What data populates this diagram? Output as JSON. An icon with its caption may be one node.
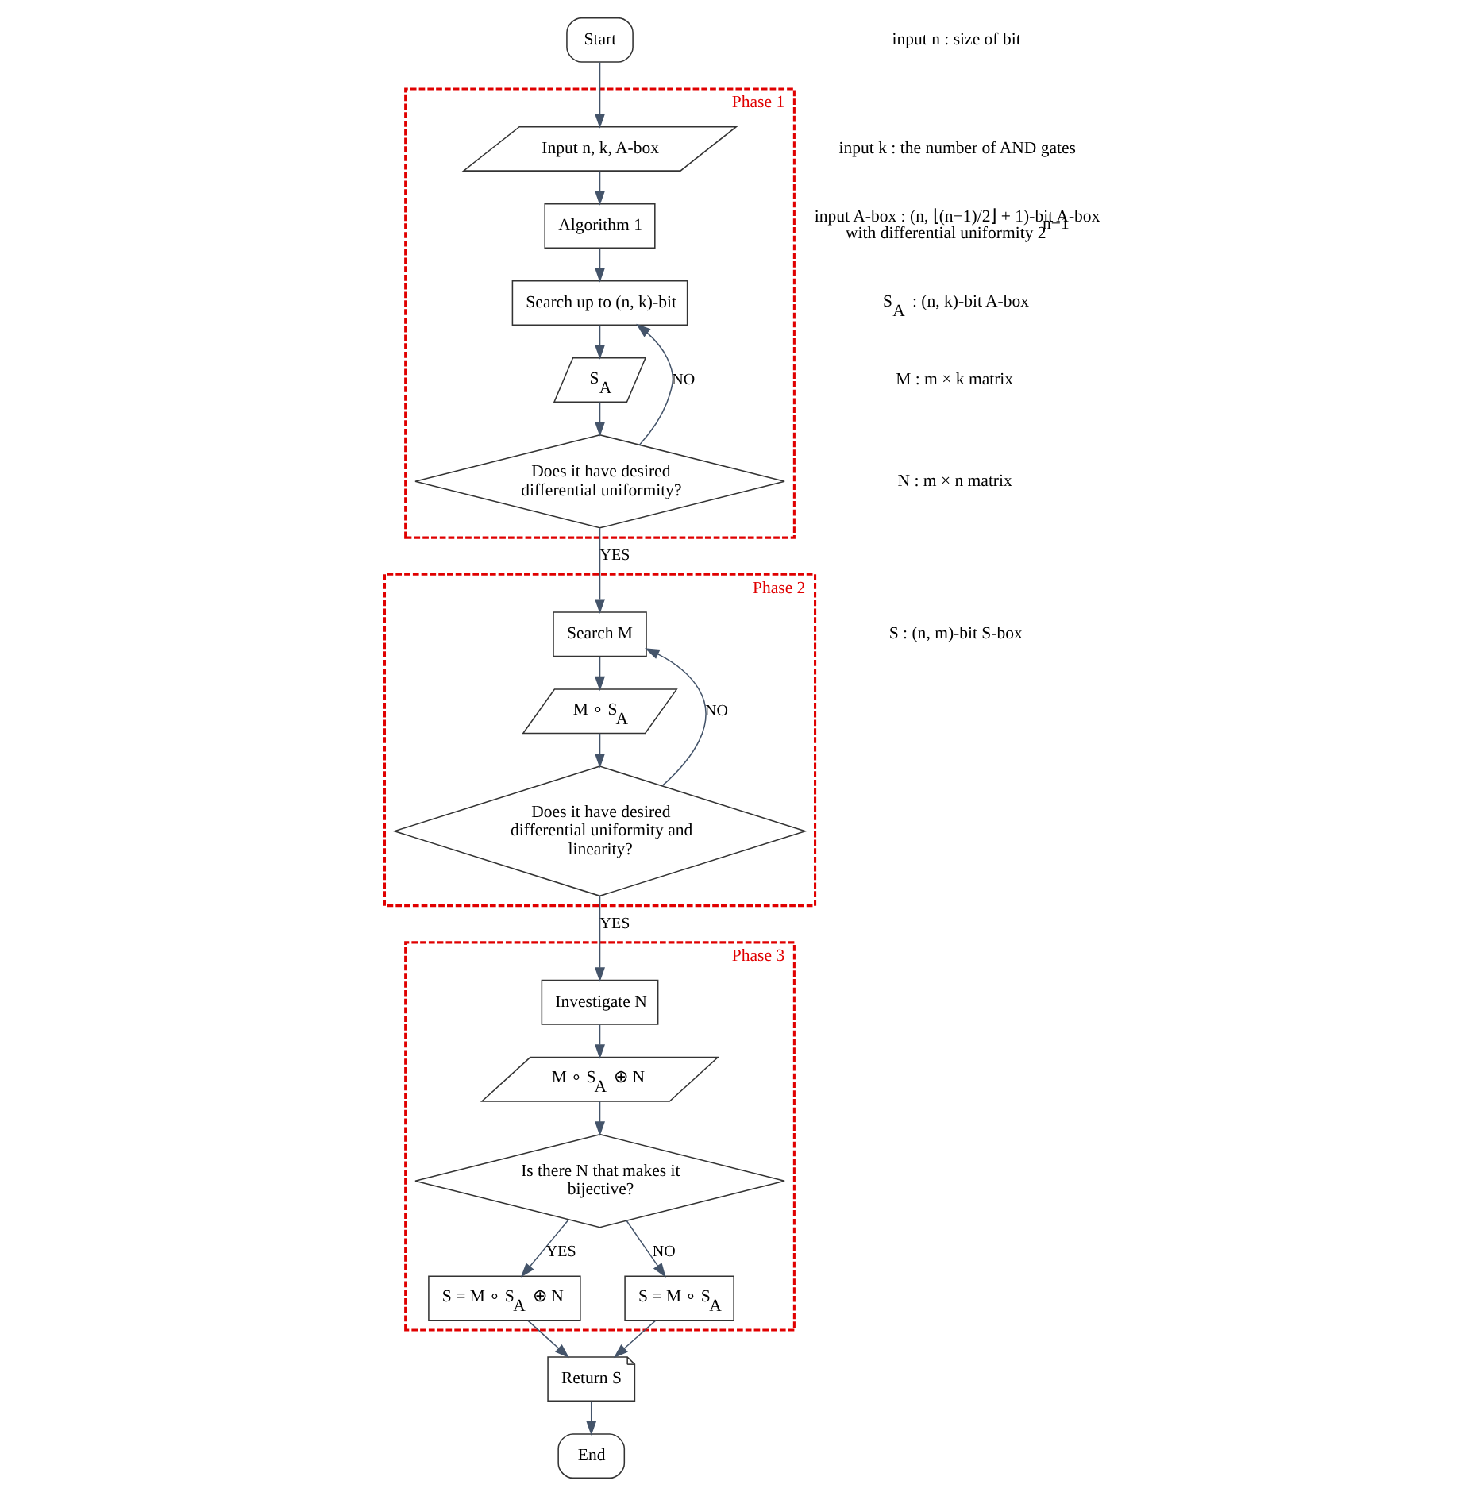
{
  "diagram": {
    "nodes": [
      {
        "text": [
          "Start"
        ]
      },
      {
        "text": [
          "Phase 1"
        ]
      },
      {
        "text": [
          "Input n, k, A-box"
        ],
        "in": 1
      },
      {
        "text": [
          "Algorithm 1"
        ],
        "in": 1
      },
      {
        "text": [
          "Search up to (n, k)-bit"
        ],
        "in": 1
      },
      {
        "text": [
          "S$_{A}$"
        ],
        "in": 1
      },
      {
        "text": [
          "Does it have desired differential uniformity?"
        ],
        "in": 1
      },
      {
        "text": [
          "Phase 2"
        ]
      },
      {
        "text": [
          "Search M"
        ],
        "in": 7
      },
      {
        "text": [
          "M ∘ S$_{A}$"
        ],
        "in": 7
      },
      {
        "text": [
          "Does it have desired differential uniformity and linearity?"
        ],
        "in": 7
      },
      {
        "text": [
          "Phase 3"
        ]
      },
      {
        "text": [
          "Investigate N"
        ],
        "in": 11
      },
      {
        "text": [
          "M ∘ S$_{A}$ ⊕ N"
        ],
        "in": 11
      },
      {
        "text": [
          "Is there N that makes it bijective?"
        ],
        "in": 11
      },
      {
        "text": [
          "S = M ∘ S$_{A}$ ⊕ N"
        ],
        "in": 11
      },
      {
        "text": [
          "S = M ∘ S$_{A}$"
        ],
        "in": 11
      },
      {
        "text": [
          "Return S"
        ]
      },
      {
        "text": [
          "End"
        ]
      }
    ],
    "edges": [
      {
        "from": 0,
        "to": 2,
        "arrow": "to"
      },
      {
        "from": 2,
        "to": 3,
        "arrow": "to"
      },
      {
        "from": 3,
        "to": 4,
        "arrow": "to"
      },
      {
        "from": 4,
        "to": 5,
        "arrow": "to"
      },
      {
        "from": 5,
        "to": 6,
        "arrow": "to"
      },
      {
        "from": 6,
        "to": 4,
        "arrow": "to",
        "label": "NO"
      },
      {
        "from": 6,
        "to": 8,
        "arrow": "to",
        "label": "YES"
      },
      {
        "from": 8,
        "to": 9,
        "arrow": "to"
      },
      {
        "from": 9,
        "to": 10,
        "arrow": "to"
      },
      {
        "from": 10,
        "to": 8,
        "arrow": "to",
        "label": "NO"
      },
      {
        "from": 10,
        "to": 12,
        "arrow": "to",
        "label": "YES"
      },
      {
        "from": 12,
        "to": 13,
        "arrow": "to"
      },
      {
        "from": 13,
        "to": 14,
        "arrow": "to"
      },
      {
        "from": 14,
        "to": 15,
        "arrow": "to",
        "label": "YES"
      },
      {
        "from": 14,
        "to": 16,
        "arrow": "to",
        "label": "NO"
      },
      {
        "from": 15,
        "to": 17,
        "arrow": "to"
      },
      {
        "from": 16,
        "to": 17,
        "arrow": "to"
      },
      {
        "from": 17,
        "to": 18,
        "arrow": "to"
      }
    ],
    "labels": [
      "input n : size of bit",
      "input k : the number of AND gates",
      "input A-box : (n, ⌊(n−1)/2⌋ + 1)-bit A-box with differential uniformity 2$^{n−1}$",
      "S$_{A}$ : (n, k)-bit A-box",
      "M : m × k matrix",
      "N : m × n matrix",
      "S : (n, m)-bit S-box"
    ]
  }
}
